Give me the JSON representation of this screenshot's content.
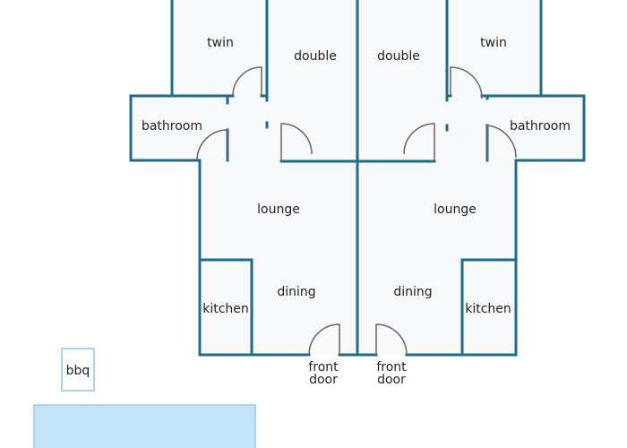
{
  "colors": {
    "wall": "#1f6b8e",
    "floor": "#f7f8f9",
    "door_swing": "#666666",
    "bbq_border": "#a8d4ef",
    "pool_fill": "#c3e3f8",
    "pool_border": "#a8d4ef"
  },
  "rooms": {
    "left_twin": "twin",
    "left_double": "double",
    "right_double": "double",
    "right_twin": "twin",
    "left_bathroom": "bathroom",
    "right_bathroom": "bathroom",
    "left_lounge": "lounge",
    "right_lounge": "lounge",
    "left_dining": "dining",
    "right_dining": "dining",
    "left_kitchen": "kitchen",
    "right_kitchen": "kitchen"
  },
  "outdoor": {
    "bbq": "bbq"
  },
  "entrances": {
    "left_front_door": [
      "front",
      "door"
    ],
    "right_front_door": [
      "front",
      "door"
    ]
  }
}
